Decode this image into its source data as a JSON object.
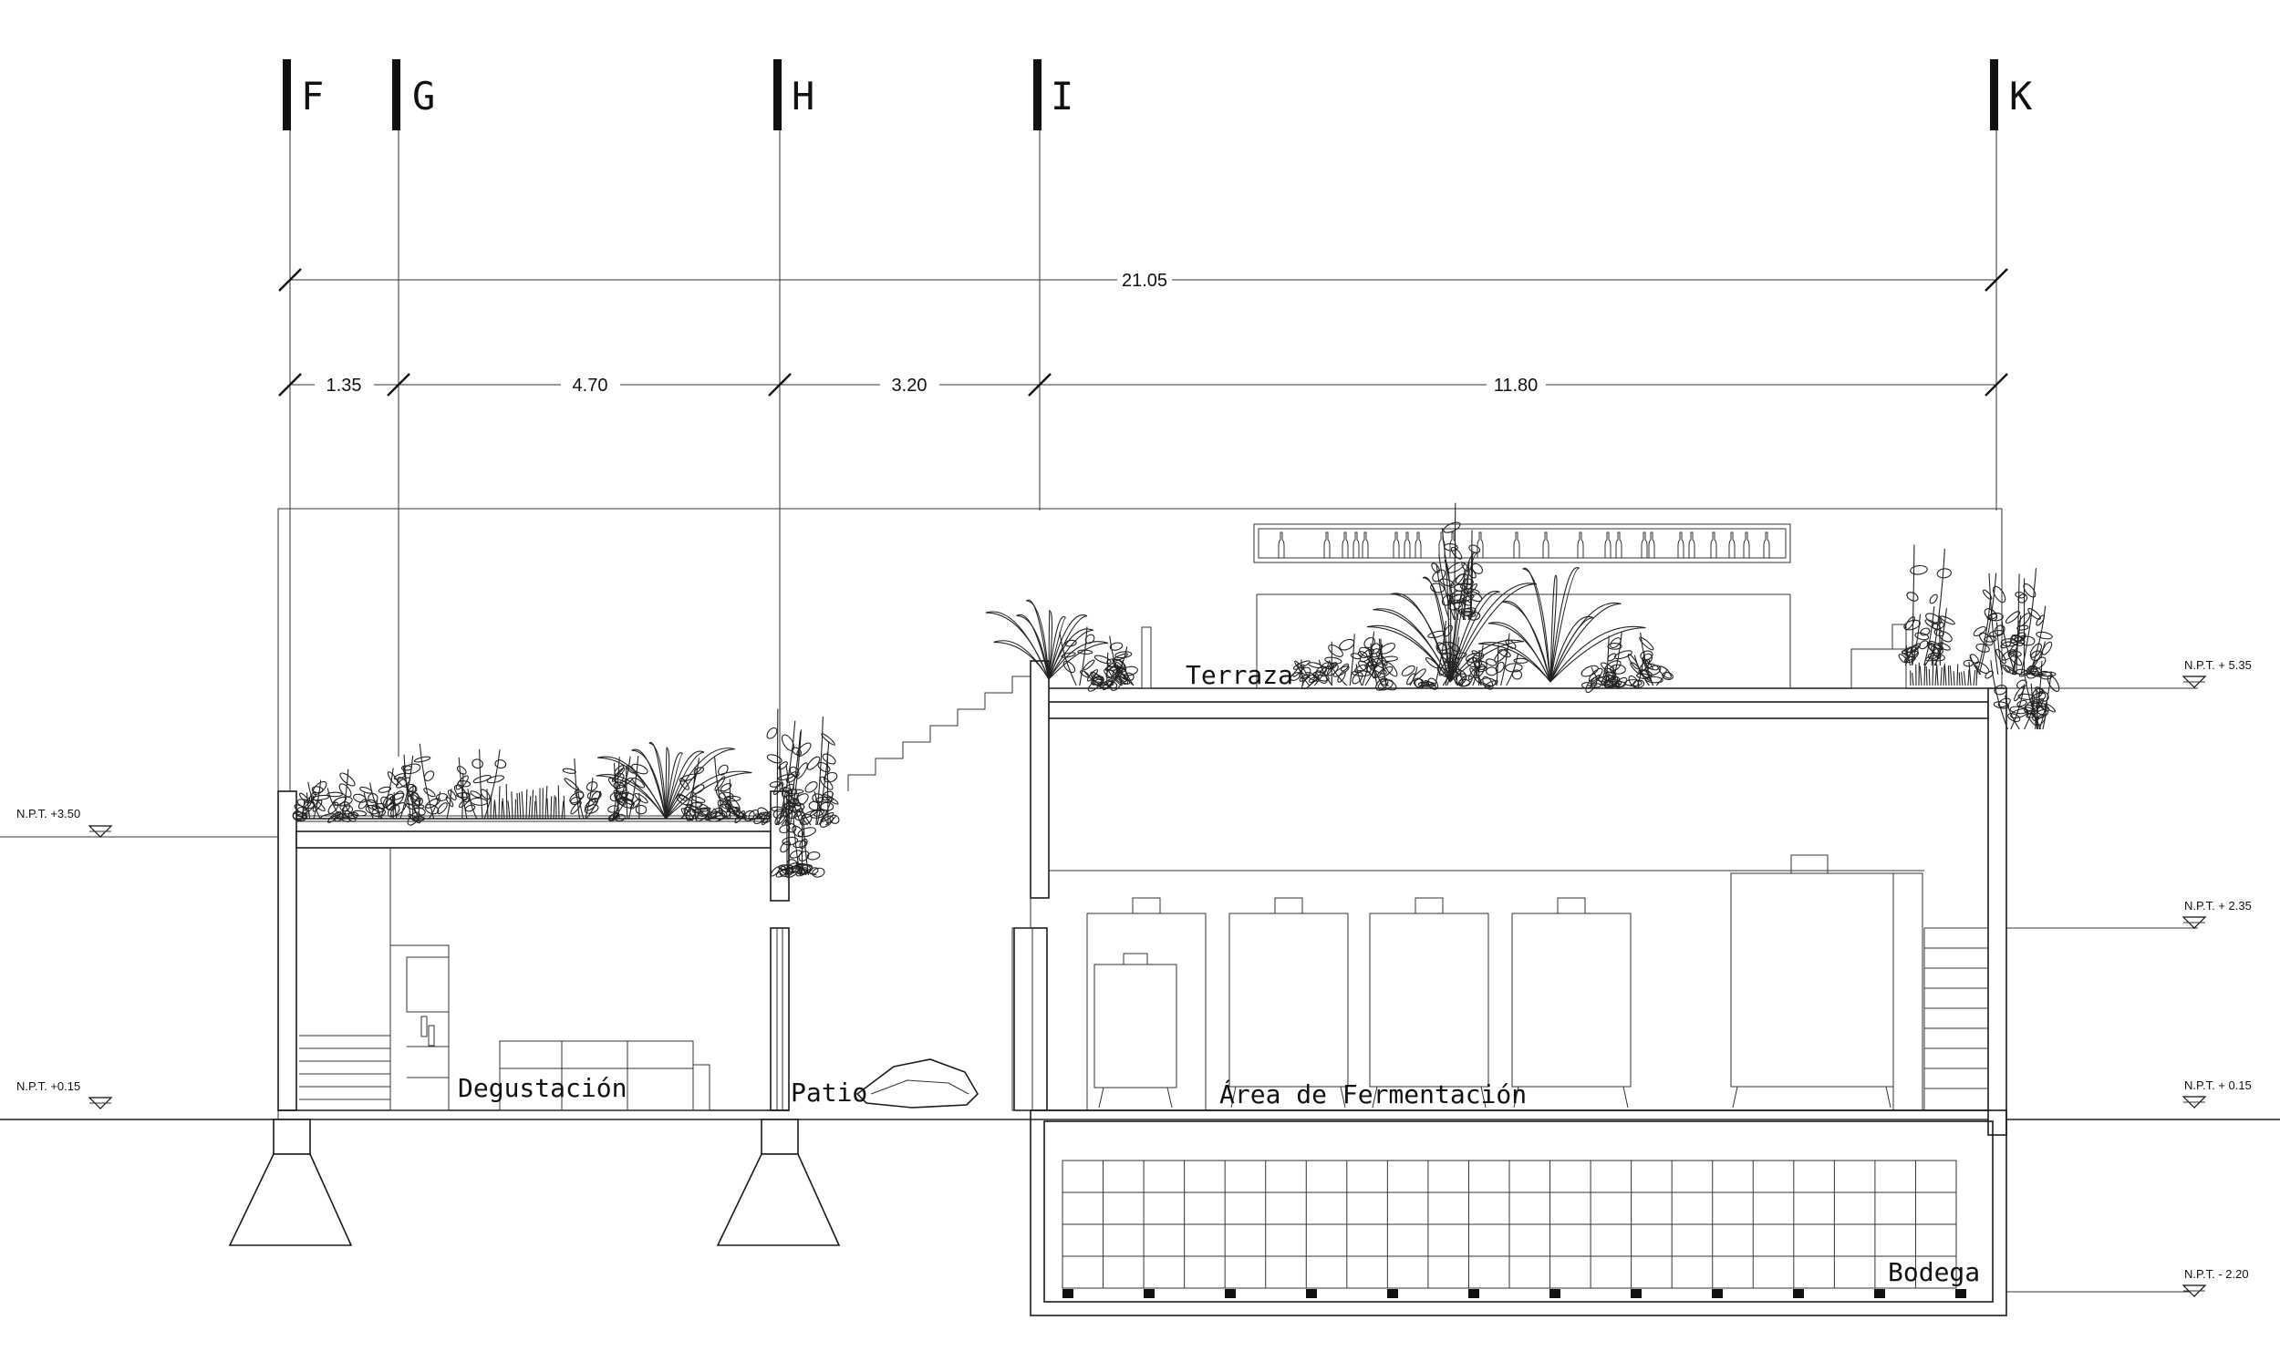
{
  "axes": [
    {
      "id": "F",
      "label": "F"
    },
    {
      "id": "G",
      "label": "G"
    },
    {
      "id": "H",
      "label": "H"
    },
    {
      "id": "I",
      "label": "I"
    },
    {
      "id": "K",
      "label": "K"
    }
  ],
  "dimensions": {
    "total": "21.05",
    "segments": [
      "1.35",
      "4.70",
      "3.20",
      "11.80"
    ]
  },
  "levels": {
    "left_350": "N.P.T. +3.50",
    "left_015": "N.P.T. +0.15",
    "right_535": "N.P.T. + 5.35",
    "right_235": "N.P.T. + 2.35",
    "right_015": "N.P.T. + 0.15",
    "right_m220": "N.P.T. - 2.20"
  },
  "rooms": {
    "terraza": "Terraza",
    "degustacion": "Degustación",
    "patio": "Patio",
    "fermentacion": "Área de Fermentación",
    "bodega": "Bodega"
  }
}
